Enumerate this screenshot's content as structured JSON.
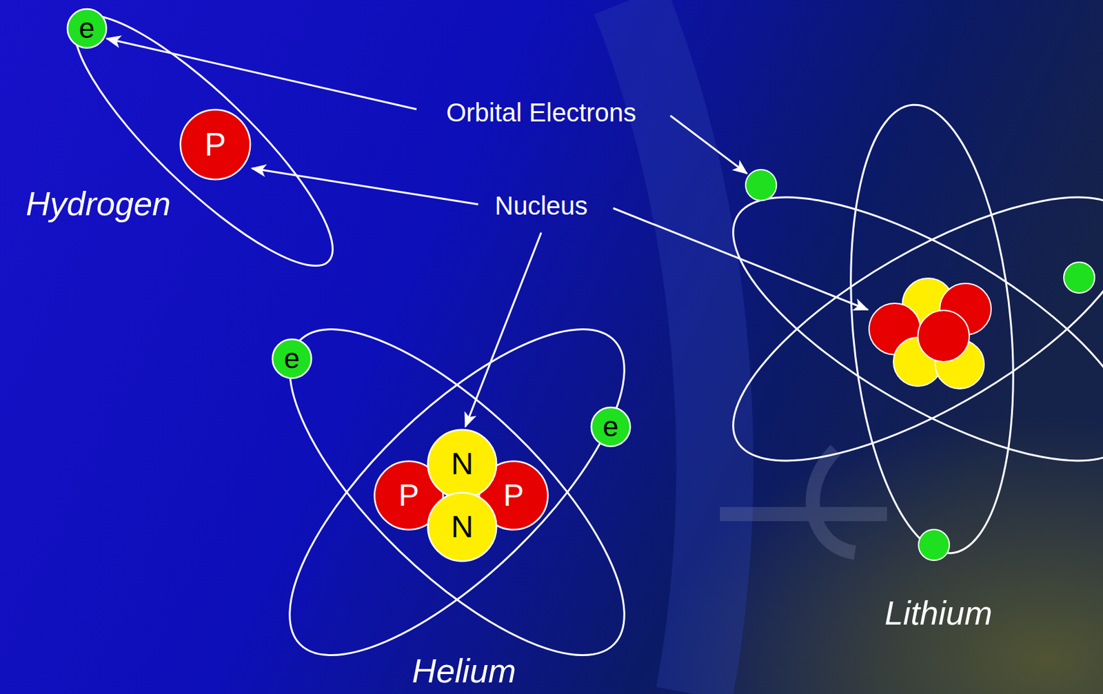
{
  "diagram": {
    "nodes": [
      {
        "text": [
          "e"
        ]
      },
      {
        "text": [
          "P"
        ]
      },
      {
        "text": [
          "e"
        ]
      },
      {
        "text": [
          "e"
        ]
      },
      {
        "text": [
          "N"
        ]
      },
      {
        "text": [
          "P"
        ]
      },
      {
        "text": [
          "P"
        ]
      },
      {
        "text": [
          "N"
        ]
      }
    ],
    "labels": [
      "Orbital Electrons",
      "Hydrogen",
      "Nucleus",
      "Helium",
      "Lithium"
    ]
  }
}
